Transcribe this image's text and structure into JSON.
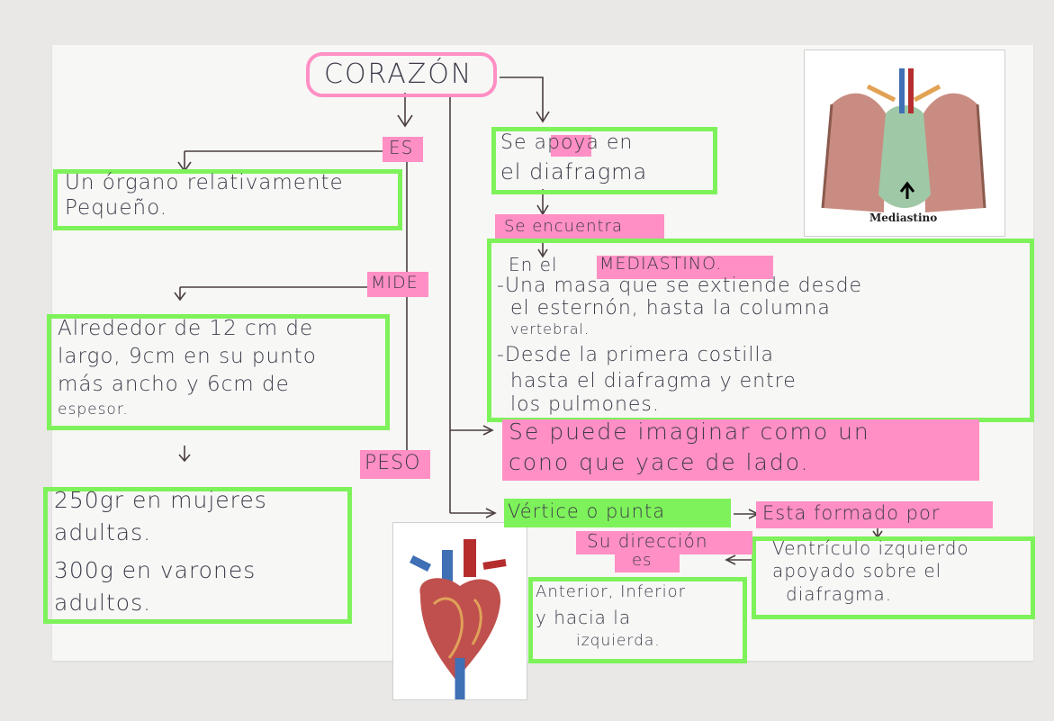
{
  "title": "CORAZÓN",
  "es": {
    "label": "ES",
    "text": [
      "Un órgano relativamente",
      "Pequeño."
    ]
  },
  "mide": {
    "label": "MIDE",
    "text": [
      "Alrededor de 12 cm de",
      "largo, 9cm en su punto",
      "más ancho y 6cm de",
      "espesor."
    ]
  },
  "peso": {
    "label": "PESO",
    "text": [
      "250gr en mujeres",
      "adultas.",
      "300g en varones",
      "adultos."
    ]
  },
  "apoya": {
    "text": [
      "Se apoya en",
      "el diafragma"
    ]
  },
  "encuentra": {
    "label": "Se encuentra",
    "heading_prefix": "En el",
    "heading_highlight": "MEDIASTINO.",
    "lines": [
      "-Una masa que se extiende desde",
      "el esternón, hasta la columna",
      "vertebral.",
      "-Desde la primera costilla",
      "hasta el diafragma y entre",
      "los pulmones."
    ]
  },
  "imaginar": {
    "text": [
      "Se puede imaginar como un",
      "cono que yace de lado."
    ]
  },
  "vertice": {
    "label": "Vértice o punta",
    "formado_label": "Esta formado por",
    "formado_text": [
      "Ventrículo izquierdo",
      "apoyado sobre el",
      "diafragma."
    ],
    "direccion_label": [
      "Su dirección",
      "es"
    ],
    "direccion_text": [
      "Anterior, Inferior",
      "y hacia la",
      "izquierda."
    ]
  },
  "mediastino_image": {
    "caption": "Mediastino"
  },
  "colors": {
    "pink": "#ff8fc4",
    "green": "#7ef25a",
    "ink": "#3e3a4a"
  }
}
